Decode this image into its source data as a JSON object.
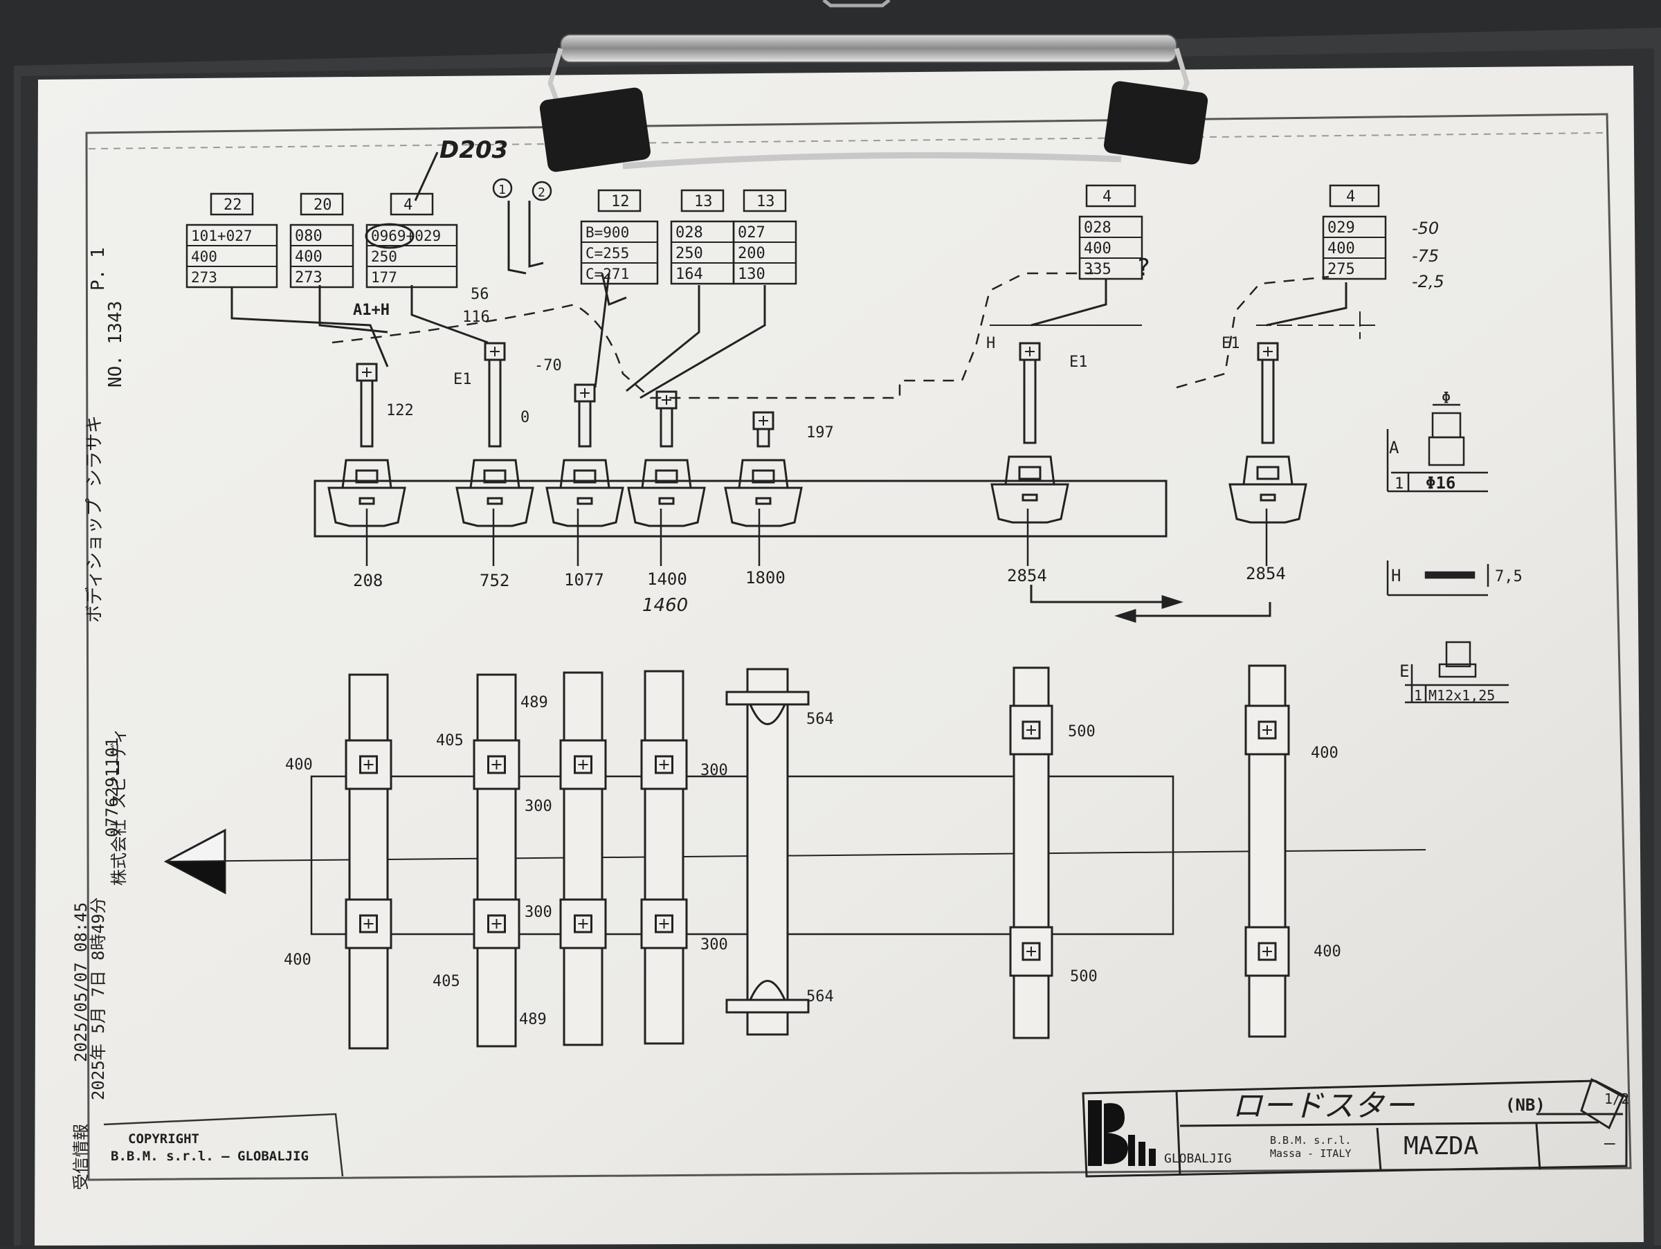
{
  "fax_header": {
    "page": "P. 1",
    "fax_no": "NO. 1343",
    "sender_company": "ボディショップ シラサキ",
    "received_label": "受信情報",
    "received_datetime": "2025/05/07  08:45",
    "received_datetime_jp": "2025年 5月 7日  8時49分",
    "phone": "0776291101",
    "recipient": "株式会社 スピーディ"
  },
  "handwritten": {
    "part_ref": "D203",
    "note_1460": "1460",
    "note_right_1": "-50",
    "note_right_2": "-75",
    "note_right_3": "-2,5",
    "question_mark": "?",
    "circle_1": "1",
    "circle_2": "2"
  },
  "stations": [
    {
      "qty": "22",
      "codes": [
        "101+027",
        "400",
        "273"
      ],
      "position": "208"
    },
    {
      "qty": "20",
      "codes": [
        "080",
        "400",
        "273"
      ],
      "position": "752"
    },
    {
      "qty": "4",
      "codes": [
        "0969+029",
        "250",
        "177"
      ],
      "position": "1077"
    },
    {
      "qty": "12",
      "codes": [
        "B=900",
        "C=255",
        "C=271"
      ],
      "position": "1400"
    },
    {
      "qty": "13",
      "codes": [
        "028",
        "250",
        "164"
      ],
      "position": "1800"
    },
    {
      "qty": "13",
      "codes": [
        "027",
        "200",
        "130"
      ],
      "position": ""
    },
    {
      "qty": "4",
      "codes": [
        "028",
        "400",
        "335"
      ],
      "position": "2854"
    },
    {
      "qty": "4",
      "codes": [
        "029",
        "400",
        "275"
      ],
      "position": "2854"
    }
  ],
  "side_labels": {
    "a1h": "A1+H",
    "e1_left": "E1",
    "e1_mid": "E1",
    "e1_right": "E1",
    "h_label": "H",
    "dim_56": "56",
    "dim_116": "116",
    "dim_70": "-70",
    "dim_122": "122",
    "dim_0": "0",
    "dim_197": "197"
  },
  "plan_labels": {
    "l400a": "400",
    "l400b": "400",
    "l405a": "405",
    "l405b": "405",
    "l489a": "489",
    "l489b": "489",
    "l300a": "300",
    "l300b": "300",
    "l300c": "300",
    "l300d": "300",
    "l564a": "564",
    "l564b": "564",
    "l500a": "500",
    "l500b": "500",
    "l400c": "400",
    "l400d": "400"
  },
  "legend": {
    "a_label": "A",
    "a_qty": "1",
    "a_spec": "Φ16",
    "phi": "Φ",
    "h_label": "H",
    "h_spec": "7,5",
    "e_label": "E",
    "e_qty": "1",
    "e_spec": "M12x1,25"
  },
  "copyright": {
    "line1": "COPYRIGHT",
    "line2": "B.B.M. s.r.l. — GLOBALJIG"
  },
  "title_block": {
    "model": "ロードスター",
    "variant": "(NB)",
    "make": "MAZDA",
    "sheet": "1/2",
    "dash": "—",
    "logo_text": "GLOBALJIG",
    "company_line1": "B.B.M. s.r.l.",
    "company_line2": "Massa - ITALY"
  }
}
